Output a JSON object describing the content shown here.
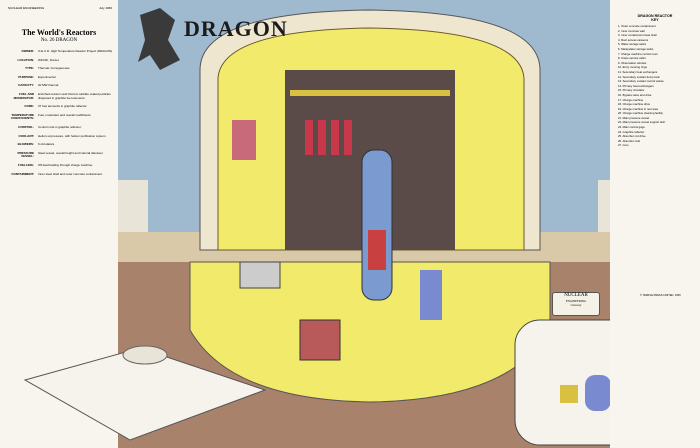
{
  "header": {
    "publication": "NUCLEAR ENGINEERING",
    "date": "July 1966"
  },
  "title": "The World's Reactors",
  "subtitle": "No. 26 DRAGON",
  "poster_title": "DRAGON",
  "specs": [
    {
      "label": "OWNER:",
      "value": "O.E.C.D. High Temperature Reactor Project (DRAGON)"
    },
    {
      "label": "LOCATION:",
      "value": "Winfrith, Dorset"
    },
    {
      "label": "TYPE:",
      "value": "Thermal, homogeneous"
    },
    {
      "label": "PURPOSE:",
      "value": "Experimental"
    },
    {
      "label": "CAPACITY:",
      "value": "20 MW thermal"
    },
    {
      "label": "FUEL AND MODERATOR:",
      "value": "Enriched uranium and thorium carbide coated particles dispersed in graphite fuel elements."
    },
    {
      "label": "CORE:",
      "value": "37 fuel elements in graphite reflector."
    },
    {
      "label": "TEMPERATURE COEFFICIENTS:",
      "value": "Fuel, moderator and overall coefficients."
    },
    {
      "label": "CONTROL:",
      "value": "Control rods in graphite reflector."
    },
    {
      "label": "COOLANT:",
      "value": "Helium at pressure, with helium purification system."
    },
    {
      "label": "BLOWERS:",
      "value": "6 circulators."
    },
    {
      "label": "PRESSURE VESSEL:",
      "value": "Steel vessel, overall height and internal diameter."
    },
    {
      "label": "FUELLING:",
      "value": "Off-load fuelling through charge machine."
    },
    {
      "label": "CONTAINMENT:",
      "value": "Inner steel shell and outer concrete containment."
    }
  ],
  "key": {
    "title": "DRAGON REACTOR",
    "subtitle": "KEY",
    "items": [
      "1. Outer concrete containment",
      "2. Inner concrete wall",
      "3. Inner containment steel shell",
      "4. Roof access caissons",
      "5. Water storage tanks",
      "6. Manipulator storage tanks",
      "7. Charge machine control room",
      "8. Crane service cabin",
      "9. Observation window",
      "10. Entry mooring rings",
      "11. Secondary heat exchangers",
      "12. Secondary coolant dump tank",
      "13. Secondary coolant control valves",
      "14. Primary heat exchangers",
      "15. Primary circulator",
      "16. Bypass valve and drive",
      "17. Charge machine",
      "18. Charge machine drive",
      "19. Charge machine in rest area",
      "20. Charge machine cleaning facility",
      "21. Main pressure vessel",
      "22. Main pressure vessel support skirt",
      "23. Main control gags",
      "24. Graphite reflector",
      "25. Absorber rod drive",
      "26. Absorber rods",
      "27. Core"
    ]
  },
  "logo": {
    "line1": "NUCLEAR",
    "line2": "ENGINEERING",
    "line3": "Cutaway"
  },
  "copyright": "© TEMPLE PRESS LIMITED, 1966",
  "colors": {
    "sky": "#9fb9cf",
    "containment": "#efe6cf",
    "interior": "#f2ea6a",
    "ground": "#a9826c",
    "paper": "#f7f5ee"
  }
}
